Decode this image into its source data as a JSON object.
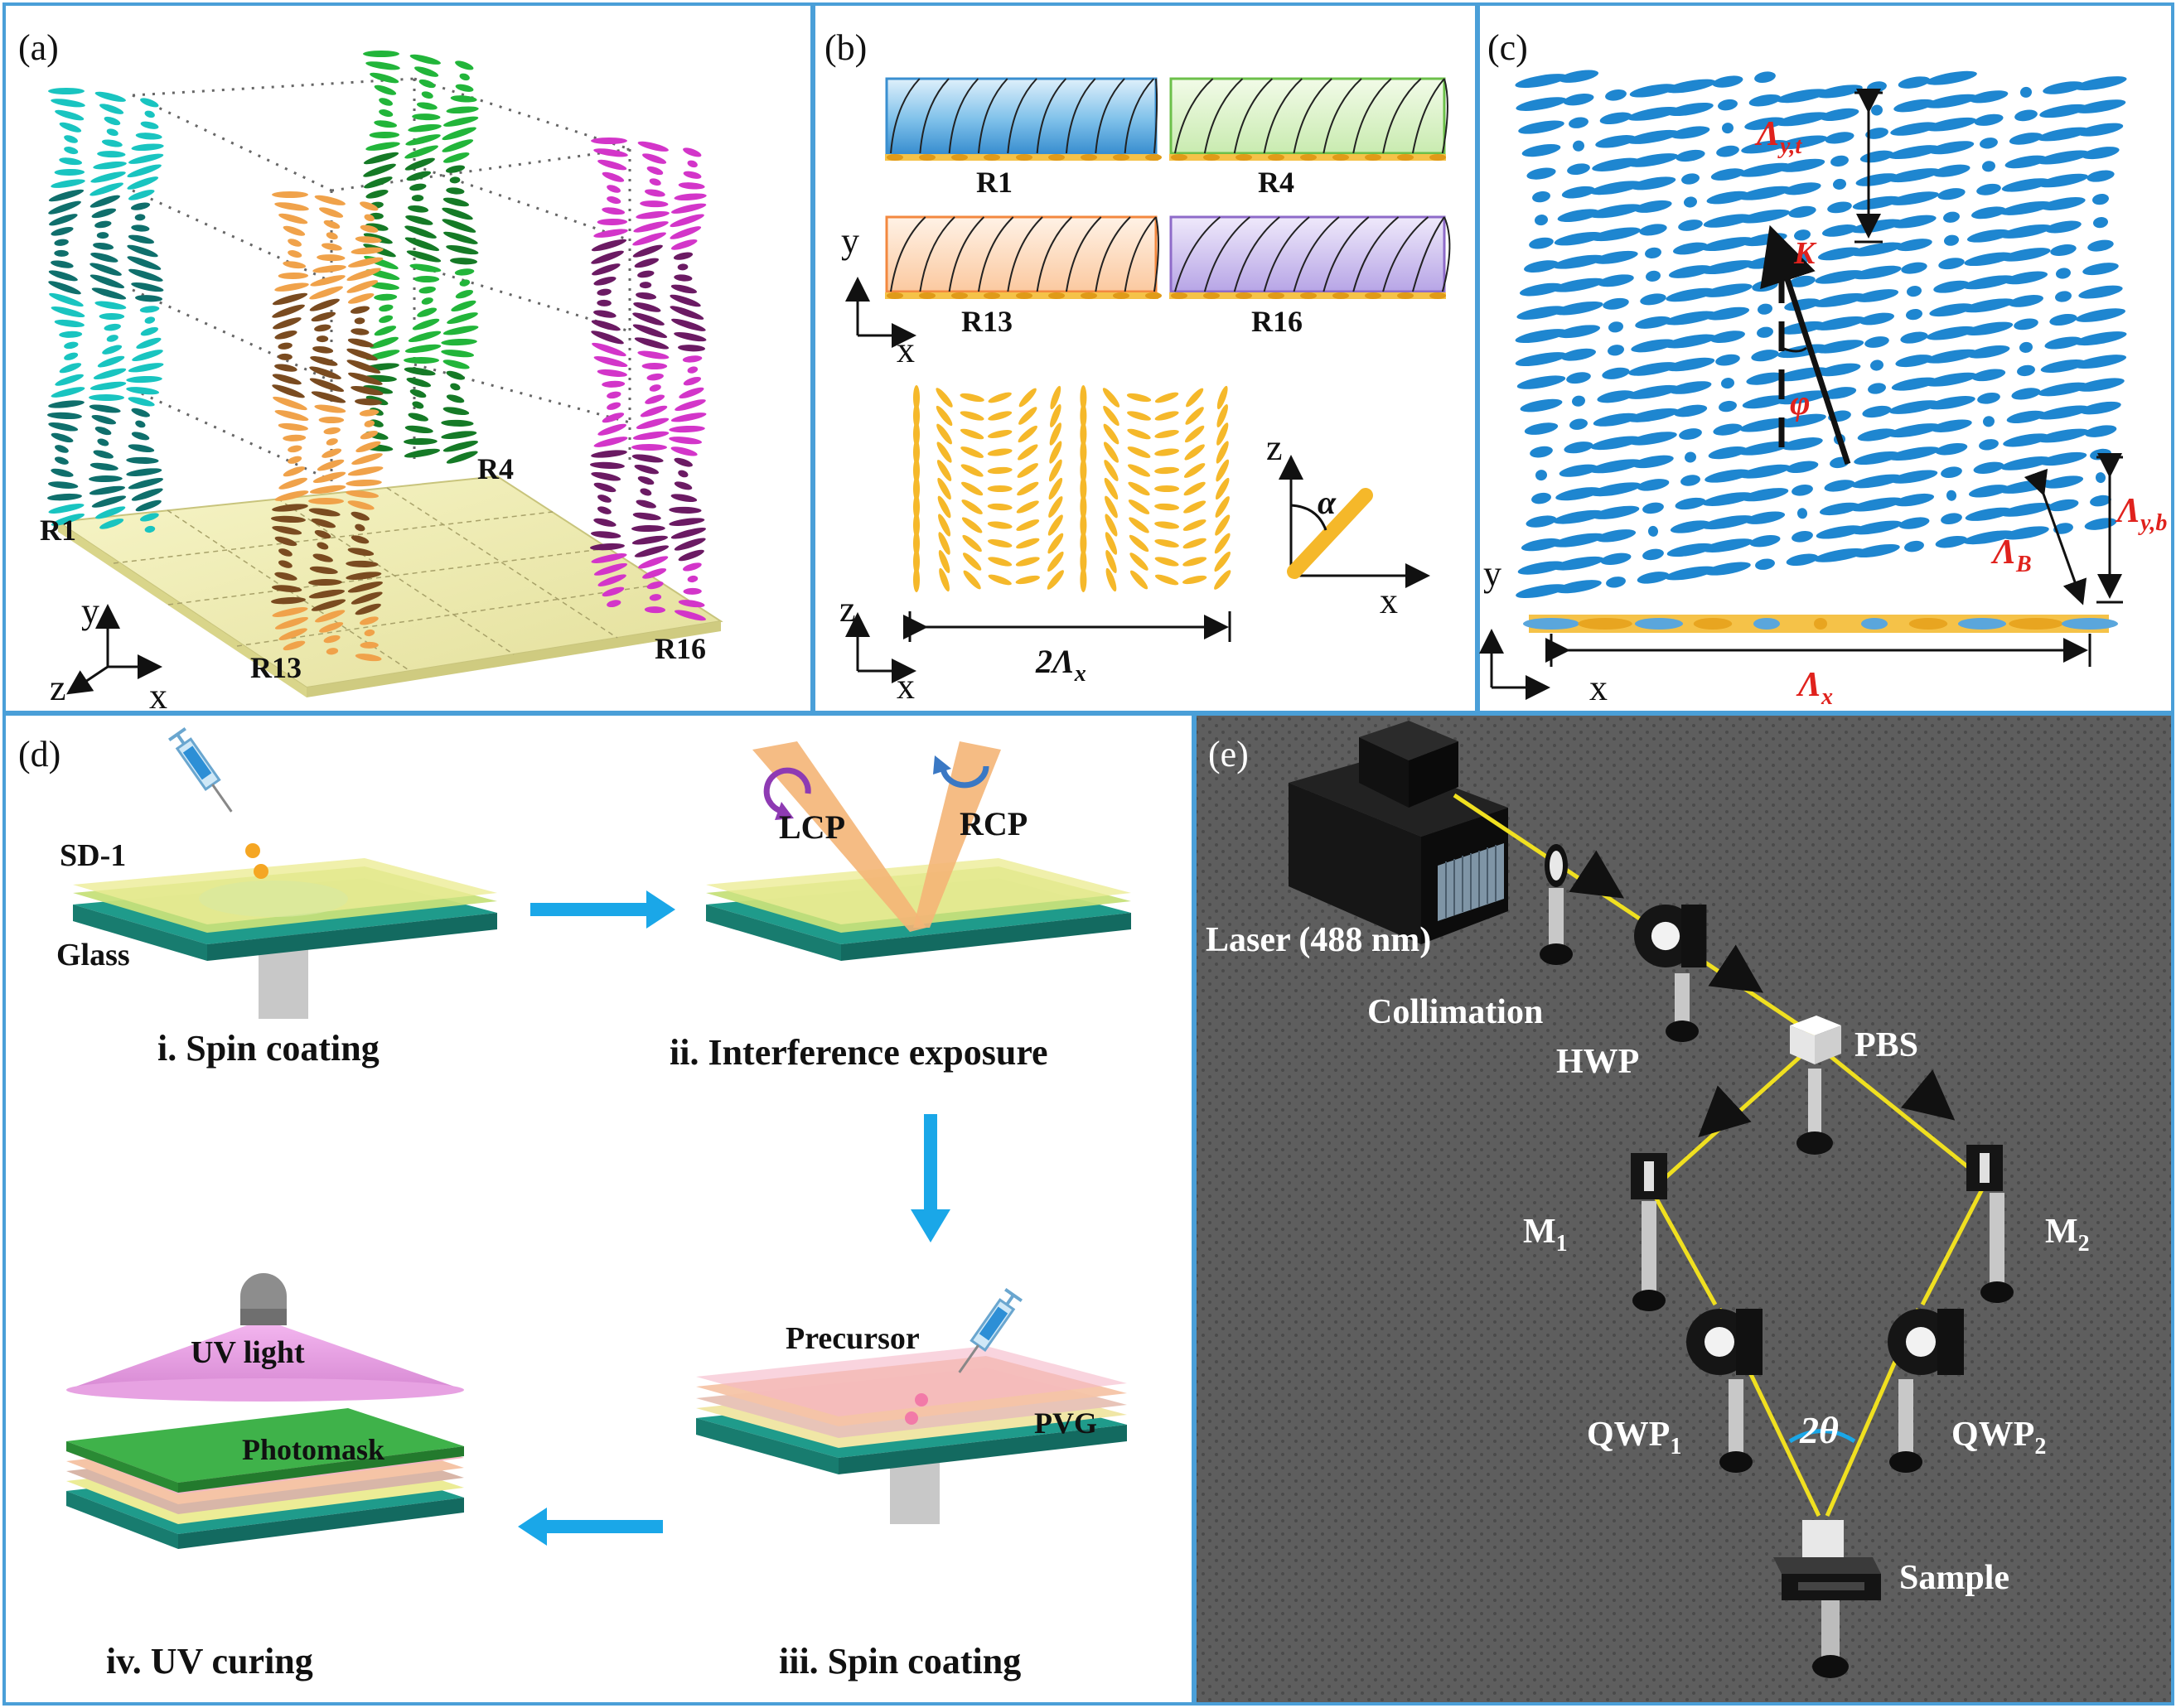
{
  "panels": {
    "a": {
      "label": "(a)",
      "regions": [
        "R1",
        "R4",
        "R13",
        "R16"
      ],
      "axes": {
        "y": "y",
        "z": "z",
        "x": "x"
      },
      "colors": {
        "R1": "#19c4c0",
        "R4": "#22b53a",
        "R13": "#f0a24a",
        "R16": "#d335c9"
      }
    },
    "b": {
      "label": "(b)",
      "boxes": [
        {
          "label": "R1",
          "color": "#3a8fd0"
        },
        {
          "label": "R4",
          "color": "#6cc04a"
        },
        {
          "label": "R13",
          "color": "#f3883f"
        },
        {
          "label": "R16",
          "color": "#8e6bc9"
        }
      ],
      "axes_top": {
        "y": "y",
        "x": "x"
      },
      "axes_bottom": {
        "z": "z",
        "x": "x"
      },
      "period_label": "2Λ",
      "period_sub": "x",
      "angle_axes": {
        "z": "z",
        "x": "x"
      },
      "angle_label": "α"
    },
    "c": {
      "label": "(c)",
      "lambda_yt": "Λ",
      "lambda_yt_sub": "y,t",
      "k_label": "K",
      "phi_label": "φ",
      "lambda_yb": "Λ",
      "lambda_yb_sub": "y,b",
      "lambda_b": "Λ",
      "lambda_b_sub": "B",
      "lambda_x": "Λ",
      "lambda_x_sub": "x",
      "axes": {
        "y": "y",
        "x": "x"
      }
    },
    "d": {
      "label": "(d)",
      "sd1": "SD-1",
      "glass": "Glass",
      "step1": "i. Spin coating",
      "lcp": "LCP",
      "rcp": "RCP",
      "step2": "ii. Interference exposure",
      "uv_light": "UV light",
      "photomask": "Photomask",
      "step4": "iv. UV curing",
      "precursor": "Precursor",
      "pvg": "PVG",
      "step3": "iii. Spin coating"
    },
    "e": {
      "label": "(e)",
      "laser": "Laser (488 nm)",
      "collimation": "Collimation",
      "hwp": "HWP",
      "pbs": "PBS",
      "m1": "M",
      "m1_sub": "1",
      "m2": "M",
      "m2_sub": "2",
      "qwp1": "QWP",
      "qwp1_sub": "1",
      "qwp2": "QWP",
      "qwp2_sub": "2",
      "angle": "2θ",
      "sample": "Sample"
    }
  },
  "colors": {
    "frame": "#4a9fd8",
    "arrow": "#1aa7e8",
    "beam": "#f0e020",
    "dark_bg": "#5b5b5b",
    "lc_blue": "#1e86d0",
    "lc_yellow": "#f5b82a",
    "label_red": "#e0221d"
  }
}
